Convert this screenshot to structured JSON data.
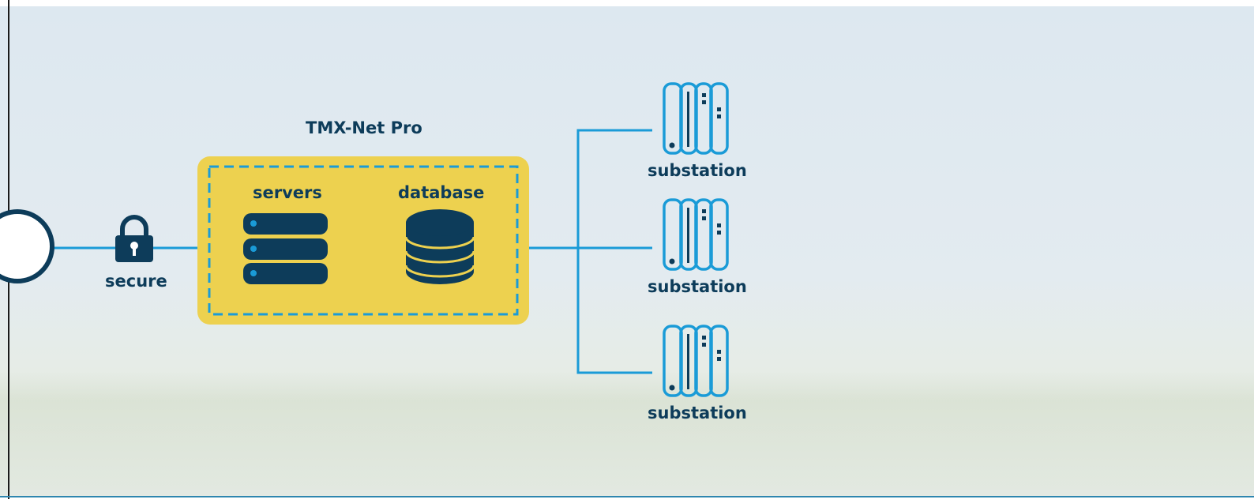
{
  "diagram": {
    "title": "TMX-Net Pro",
    "secure_label": "secure",
    "servers_label": "servers",
    "database_label": "database",
    "substations": [
      {
        "label": "substation"
      },
      {
        "label": "substation"
      },
      {
        "label": "substation"
      }
    ]
  },
  "colors": {
    "navy": "#0d3c5a",
    "line_blue": "#1a9bd7",
    "panel_yellow": "#edd14f"
  }
}
